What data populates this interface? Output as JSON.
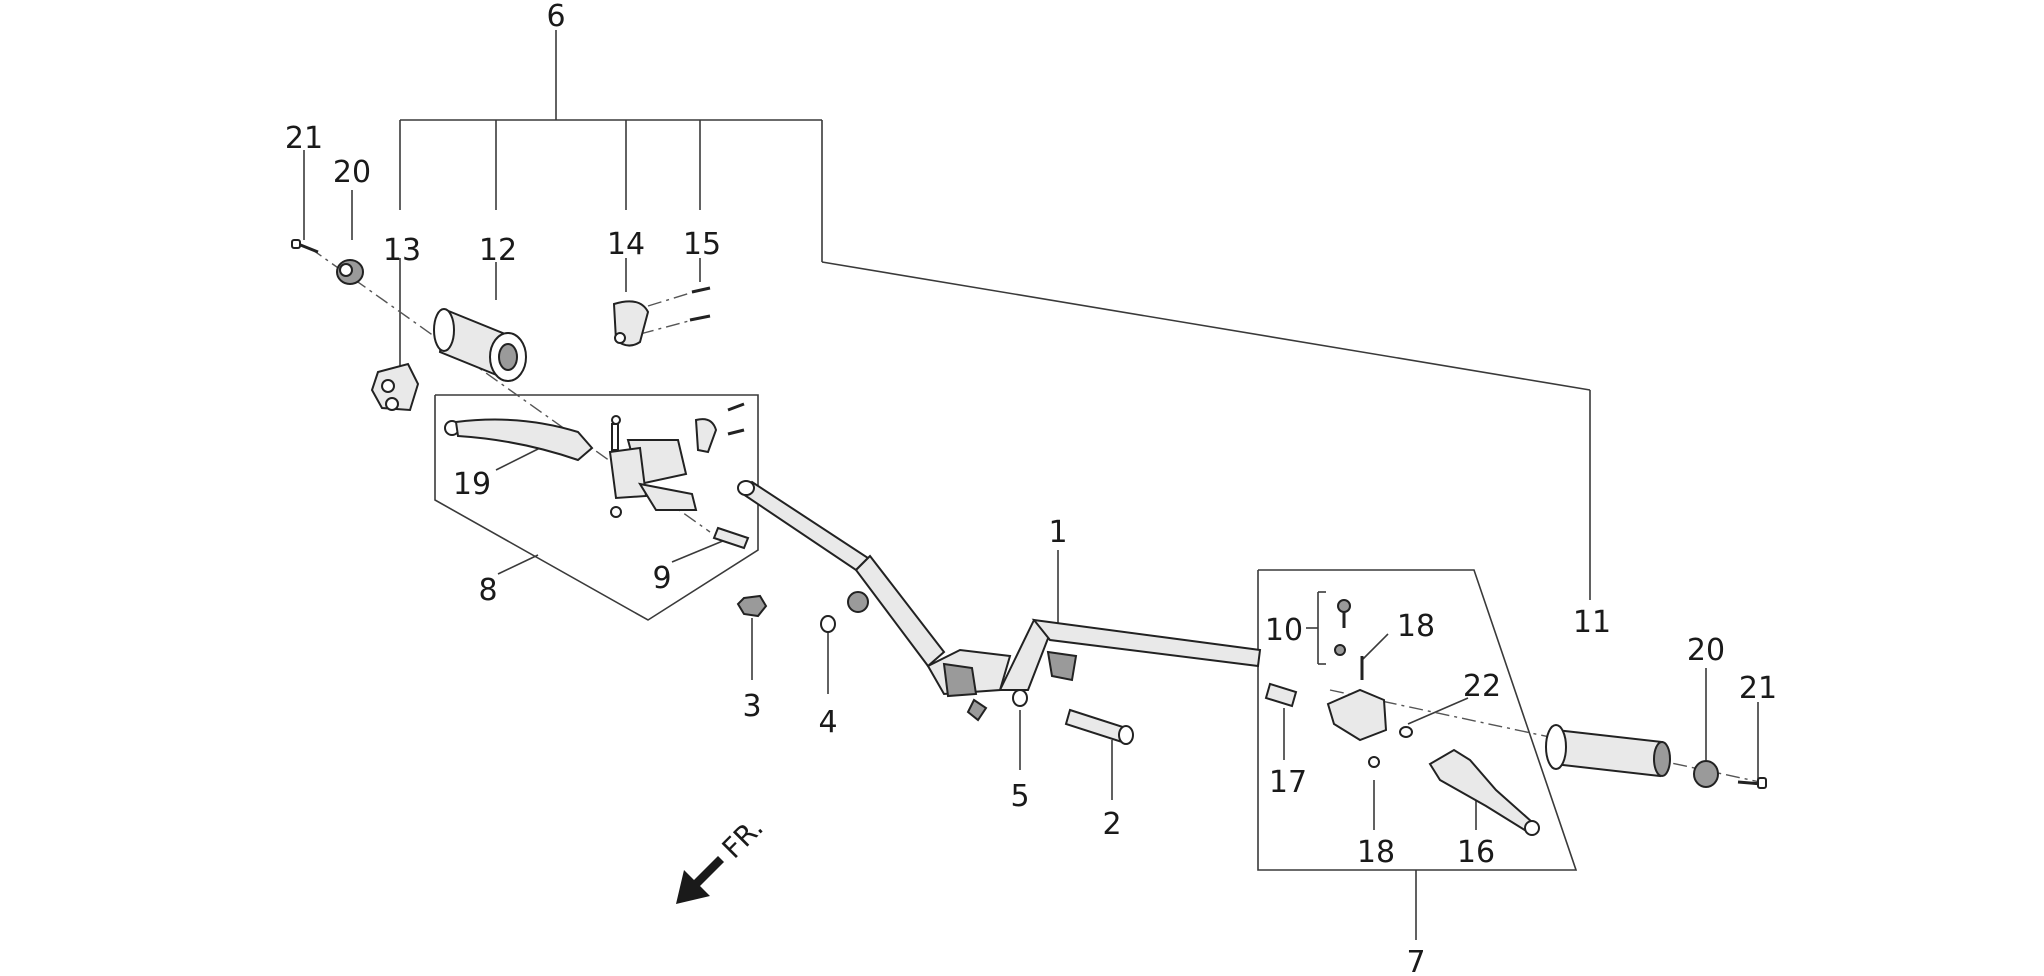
{
  "diagram": {
    "direction_label": "FR.",
    "labels": {
      "p1": "1",
      "p2": "2",
      "p3": "3",
      "p4": "4",
      "p5": "5",
      "p6": "6",
      "p7": "7",
      "p8": "8",
      "p9": "9",
      "p10": "10",
      "p11": "11",
      "p12": "12",
      "p13": "13",
      "p14": "14",
      "p15": "15",
      "p16": "16",
      "p17": "17",
      "p18a": "18",
      "p18b": "18",
      "p19": "19",
      "p20a": "20",
      "p20b": "20",
      "p21a": "21",
      "p21b": "21",
      "p22": "22"
    }
  }
}
